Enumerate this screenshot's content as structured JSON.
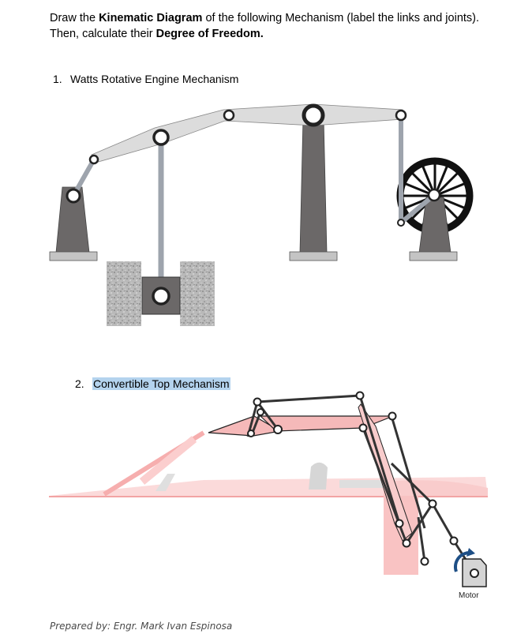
{
  "instructions": {
    "prefix": "Draw the ",
    "bold1": "Kinematic Diagram",
    "middle": " of the following Mechanism (label the links and joints). Then, calculate their ",
    "bold2": "Degree of Freedom."
  },
  "problems": [
    {
      "number": "1.",
      "title": "Watts Rotative Engine Mechanism"
    },
    {
      "number": "2.",
      "title": "Convertible Top Mechanism"
    }
  ],
  "motor_label": "Motor",
  "footer": "Prepared by: Engr. Mark Ivan Espinosa",
  "colors": {
    "pedestal": "#6b6868",
    "beam": "#dcdcdc",
    "rod": "#9ea4ad",
    "link_dark": "#3a3a3a",
    "car_red": "#f7a5a5",
    "pink_panel": "#f5b9b9",
    "highlight": "#b4d3ee"
  },
  "icons": [
    "pin-joint-icon",
    "flywheel-icon",
    "motor-rotation-arrow-icon",
    "gravel-block-icon"
  ]
}
